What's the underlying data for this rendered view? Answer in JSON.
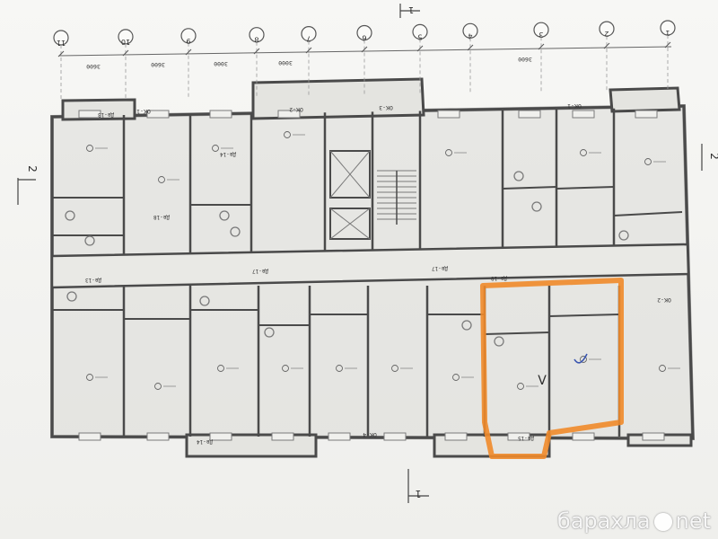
{
  "colors": {
    "wall": "#4a4a4a",
    "thin": "#7a7a7a",
    "highlight": "#f08a2a",
    "room_fill": "#dcdcd8",
    "paper": "#f5f5f2"
  },
  "axes": {
    "top": [
      "11",
      "10",
      "9",
      "8",
      "7",
      "6",
      "5",
      "4",
      "3",
      "2",
      "1"
    ]
  },
  "section_marks": {
    "left": "2",
    "right": "2",
    "top": "1",
    "bottom": "1"
  },
  "dimensions": [
    "3600",
    "3600",
    "3000",
    "3000",
    "3600"
  ],
  "labels": {
    "ok": [
      "ОК-1",
      "ОК-2",
      "ОК-3",
      "ОК-4"
    ],
    "dv": [
      "Дв-13",
      "Дв-14",
      "Дв-15",
      "Дв-17",
      "Дв-18"
    ],
    "handwritten": "V"
  },
  "watermark": {
    "brand": "барахла",
    "suffix": "net"
  }
}
